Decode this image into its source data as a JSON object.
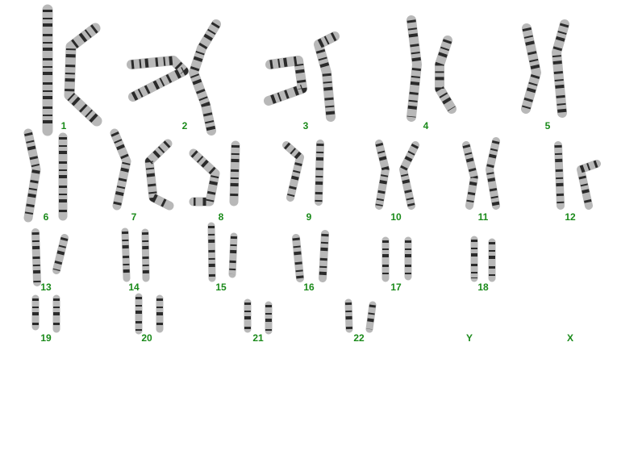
{
  "label_color": "#1a8a1a",
  "chromosome_labels": [
    "1",
    "2",
    "3",
    "4",
    "5",
    "6",
    "7",
    "8",
    "9",
    "10",
    "11",
    "12",
    "13",
    "14",
    "15",
    "16",
    "17",
    "18",
    "19",
    "20",
    "21",
    "22",
    "Y",
    "X"
  ]
}
